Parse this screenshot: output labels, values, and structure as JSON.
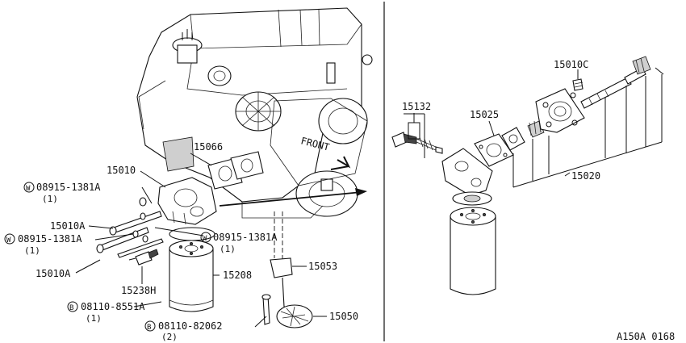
{
  "callouts": {
    "c15066": "15066",
    "c15010": "15010",
    "w1_code": "08915-1381A",
    "w1_qty": "(1)",
    "c15010a_1": "15010A",
    "w2_code": "08915-1381A",
    "w2_qty": "(1)",
    "c15010a_2": "15010A",
    "w3_code": "08915-1381A",
    "w3_qty": "(1)",
    "c15238h": "15238H",
    "c15208": "15208",
    "c15053": "15053",
    "b1_code": "08110-8551A",
    "b1_qty": "(1)",
    "b2_code": "08110-82062",
    "b2_qty": "(2)",
    "c15050": "15050",
    "c15132": "15132",
    "c15025": "15025",
    "c15010c": "15010C",
    "c15020": "15020",
    "front": "FRONT",
    "w_mark": "W",
    "b_mark": "B"
  },
  "ref_code": "A150A 0168"
}
